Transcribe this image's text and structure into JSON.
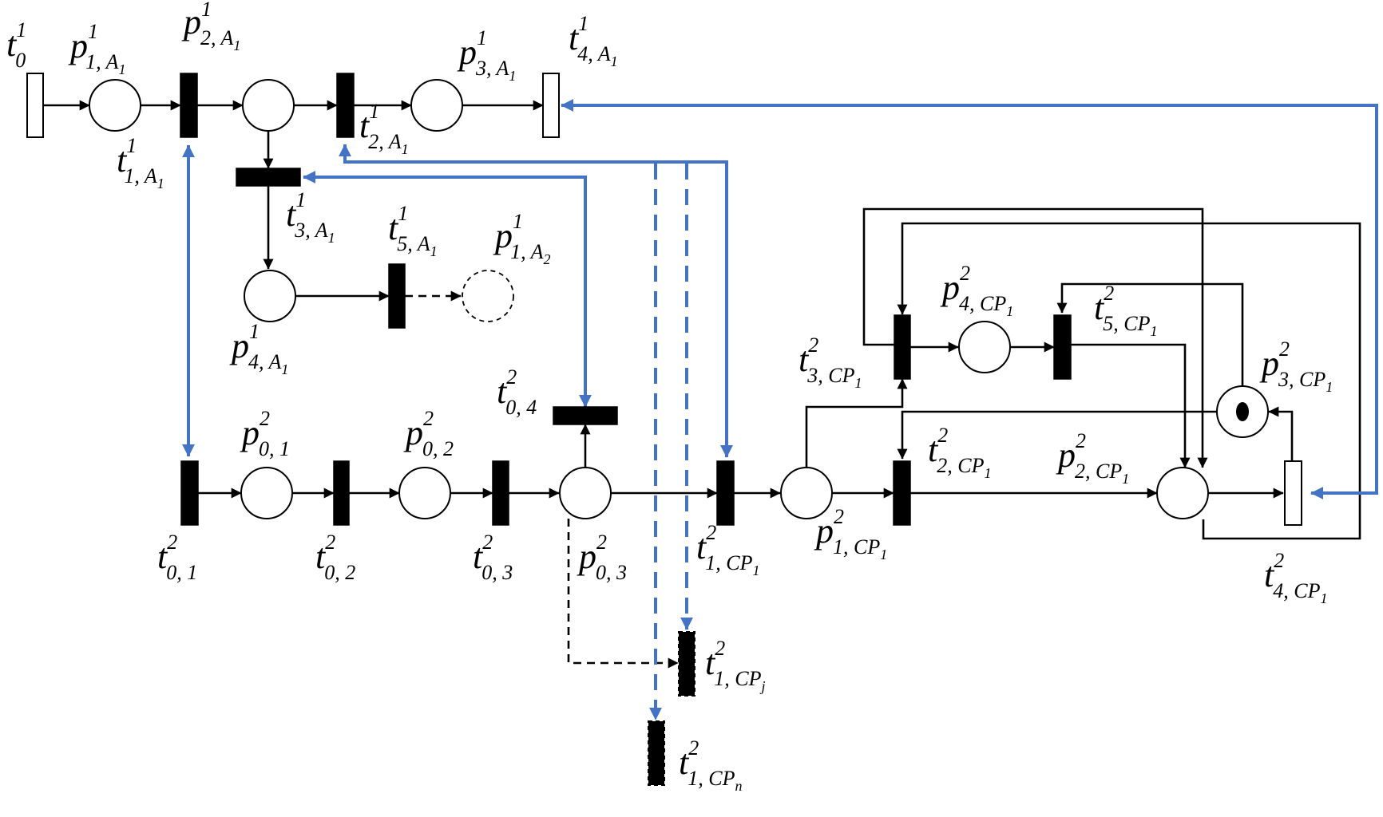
{
  "diagram": {
    "places": {
      "p1A1": {
        "name": "p",
        "sup": "1",
        "sub": "1, A",
        "subsub": "1"
      },
      "p2A1": {
        "name": "p",
        "sup": "1",
        "sub": "2, A",
        "subsub": "1"
      },
      "p3A1": {
        "name": "p",
        "sup": "1",
        "sub": "3, A",
        "subsub": "1"
      },
      "p4A1": {
        "name": "p",
        "sup": "1",
        "sub": "4, A",
        "subsub": "1"
      },
      "p1A2": {
        "name": "p",
        "sup": "1",
        "sub": "1, A",
        "subsub": "2"
      },
      "p01": {
        "name": "p",
        "sup": "2",
        "sub": "0, 1"
      },
      "p02": {
        "name": "p",
        "sup": "2",
        "sub": "0, 2"
      },
      "p03": {
        "name": "p",
        "sup": "2",
        "sub": "0, 3"
      },
      "p1CP1": {
        "name": "p",
        "sup": "2",
        "sub": "1, CP",
        "subsub": "1"
      },
      "p2CP1": {
        "name": "p",
        "sup": "2",
        "sub": "2, CP",
        "subsub": "1"
      },
      "p3CP1": {
        "name": "p",
        "sup": "2",
        "sub": "3, CP",
        "subsub": "1"
      },
      "p4CP1": {
        "name": "p",
        "sup": "2",
        "sub": "4, CP",
        "subsub": "1"
      }
    },
    "transitions": {
      "t0": {
        "name": "t",
        "sup": "1",
        "sub": "0"
      },
      "t1A1": {
        "name": "t",
        "sup": "1",
        "sub": "1, A",
        "subsub": "1"
      },
      "t2A1": {
        "name": "t",
        "sup": "1",
        "sub": "2, A",
        "subsub": "1"
      },
      "t3A1": {
        "name": "t",
        "sup": "1",
        "sub": "3, A",
        "subsub": "1"
      },
      "t4A1": {
        "name": "t",
        "sup": "1",
        "sub": "4, A",
        "subsub": "1"
      },
      "t5A1": {
        "name": "t",
        "sup": "1",
        "sub": "5, A",
        "subsub": "1"
      },
      "t01": {
        "name": "t",
        "sup": "2",
        "sub": "0, 1"
      },
      "t02": {
        "name": "t",
        "sup": "2",
        "sub": "0, 2"
      },
      "t03": {
        "name": "t",
        "sup": "2",
        "sub": "0, 3"
      },
      "t04": {
        "name": "t",
        "sup": "2",
        "sub": "0, 4"
      },
      "t1CP1": {
        "name": "t",
        "sup": "2",
        "sub": "1, CP",
        "subsub": "1"
      },
      "t2CP1": {
        "name": "t",
        "sup": "2",
        "sub": "2, CP",
        "subsub": "1"
      },
      "t3CP1": {
        "name": "t",
        "sup": "2",
        "sub": "3, CP",
        "subsub": "1"
      },
      "t4CP1": {
        "name": "t",
        "sup": "2",
        "sub": "4, CP",
        "subsub": "1"
      },
      "t5CP1": {
        "name": "t",
        "sup": "2",
        "sub": "5, CP",
        "subsub": "1"
      },
      "t1CPj": {
        "name": "t",
        "sup": "2",
        "sub": "1, CP",
        "subsub": "j"
      },
      "t1CPn": {
        "name": "t",
        "sup": "2",
        "sub": "1, CP",
        "subsub": "n"
      }
    },
    "colors": {
      "black": "#000000",
      "blue_arc": "#4472c4"
    }
  }
}
